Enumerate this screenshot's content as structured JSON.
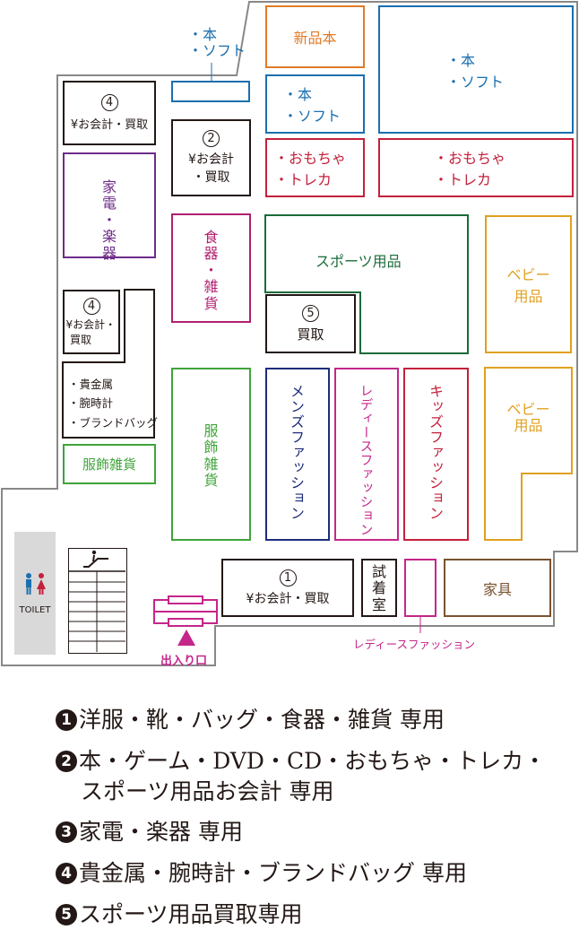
{
  "zones": {
    "book_soft_top": [
      "・本",
      "・ソフト"
    ],
    "new_book": "新品本",
    "book_soft_mid": [
      "・本",
      "・ソフト"
    ],
    "book_soft_large": [
      "・本",
      "・ソフト"
    ],
    "toys_left": [
      "・おもちゃ",
      "・トレカ"
    ],
    "toys_right": [
      "・おもちゃ",
      "・トレカ"
    ],
    "checkout_4_top": {
      "num": "4",
      "text": "¥お会計・買取"
    },
    "checkout_2": {
      "num": "2",
      "line1": "¥お会計",
      "line2": "・買取"
    },
    "appliance": [
      "家",
      "電",
      "・",
      "楽",
      "器"
    ],
    "tableware": [
      "食",
      "器",
      "・",
      "雑",
      "貨"
    ],
    "sports": "スポーツ用品",
    "buy_5": {
      "num": "5",
      "text": "買取"
    },
    "baby_top": [
      "ベビー",
      "用品"
    ],
    "baby_bottom": [
      "ベビー",
      "用品"
    ],
    "checkout_4_mid": {
      "num": "4",
      "line1": "¥お会計・",
      "line2": "買取"
    },
    "luxury": [
      "・貴金属",
      "・腕時計",
      "・ブランドバッグ"
    ],
    "apparel_goods": "服飾雑貨",
    "apparel_goods_v": [
      "服",
      "飾",
      "雑",
      "貨"
    ],
    "mens": "メンズファッション",
    "ladies": "レディースファッション",
    "kids": "キッズファッション",
    "checkout_1": {
      "num": "1",
      "text": "¥お会計・買取"
    },
    "fitting": [
      "試",
      "着",
      "室"
    ],
    "furniture": "家具",
    "ladies_bottom": "レディースファッション",
    "toilet": "TOILET",
    "entrance": "出入り口"
  },
  "legend": [
    {
      "num": "1",
      "lines": [
        "洋服・靴・バッグ・食器・雑貨 専用"
      ]
    },
    {
      "num": "2",
      "lines": [
        "本・ゲーム・DVD・CD・おもちゃ・トレカ・",
        "スポーツ用品お会計 専用"
      ]
    },
    {
      "num": "3",
      "lines": [
        "家電・楽器 専用"
      ]
    },
    {
      "num": "4",
      "lines": [
        "貴金属・腕時計・ブランドバッグ 専用"
      ]
    },
    {
      "num": "5",
      "lines": [
        "スポーツ用品買取専用"
      ]
    }
  ],
  "colors": {
    "book": "#1a6faf",
    "new_book": "#e07b27",
    "toys": "#c4203b",
    "sports": "#1b6b3a",
    "appliance": "#6e2c8a",
    "tableware": "#b0206f",
    "apparel_goods": "#3fa43a",
    "mens": "#1d2c7b",
    "ladies": "#c4268a",
    "kids": "#c4203b",
    "baby": "#e0a020",
    "furniture": "#7a5230",
    "entrance": "#c4268a"
  },
  "icons": [
    "yen-icon",
    "toilet-icon",
    "escalator-icon",
    "entrance-arrow-icon"
  ]
}
